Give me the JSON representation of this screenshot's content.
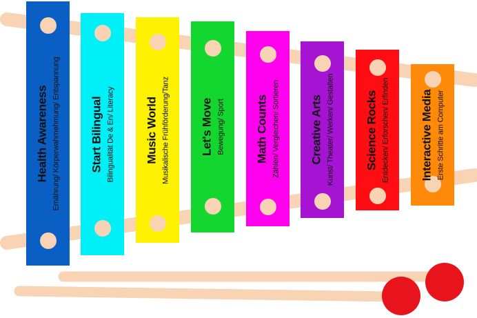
{
  "colors": {
    "rail": "#f8d4b4",
    "peg": "#f8d4b4",
    "mallet_head": "#e8141c",
    "mallet_stick": "#f8d4b4"
  },
  "bars": [
    {
      "title": "Health Awareness",
      "subtitle": "Ernährung/ Körperwahrnehmung/ Entspannung",
      "color": "#0a5fc4"
    },
    {
      "title": "Start Bilingual",
      "subtitle": "Bilingualität De & En/ Literacy",
      "color": "#00f0f8"
    },
    {
      "title": "Music World",
      "subtitle": "Musikalische Frühförderung/Tanz",
      "color": "#fff200"
    },
    {
      "title": "Let's Move",
      "subtitle": "Bewegung/ Sport",
      "color": "#13d62e"
    },
    {
      "title": "Math Counts",
      "subtitle": "Zählen/ Vergleichen/ Sortieren",
      "color": "#ff00ee"
    },
    {
      "title": "Creative Arts",
      "subtitle": "Kunst/ Theater/ Werken/ Gestalten",
      "color": "#a514d2"
    },
    {
      "title": "Science Rocks",
      "subtitle": "Entdecken/ Erforschen/ Erfinden",
      "color": "#ff0d12"
    },
    {
      "title": "Interactive Media",
      "subtitle": "Erste Schritte am Computer",
      "color": "#ff8a0a"
    }
  ]
}
